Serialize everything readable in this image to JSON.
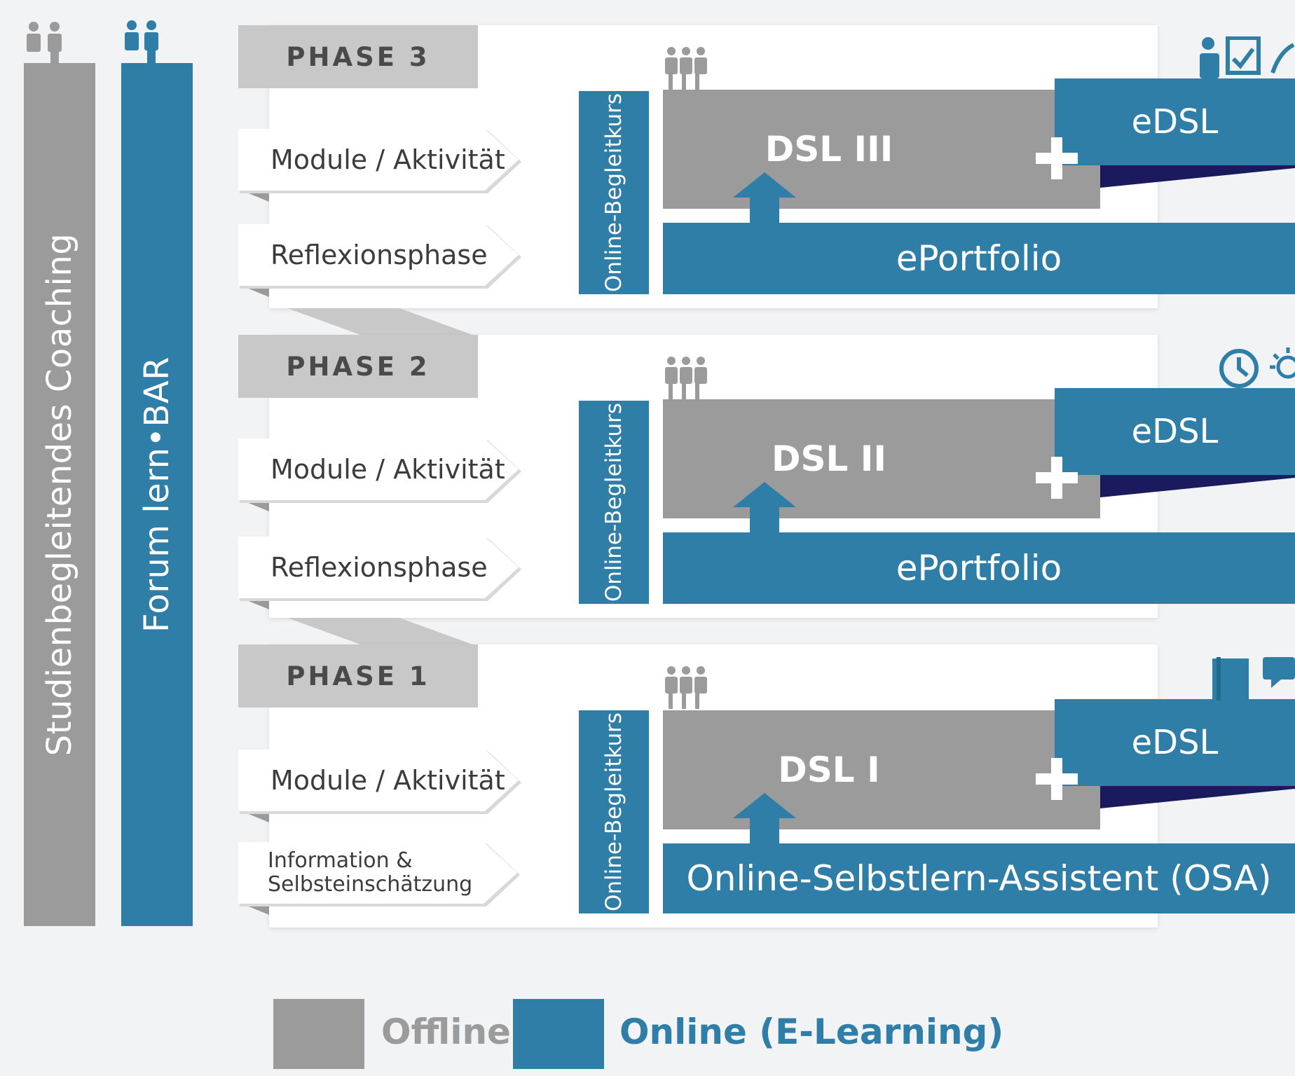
{
  "pillars": {
    "coaching": "Studienbegleitendes Coaching",
    "forum": "Forum lern•BAR"
  },
  "phases": [
    {
      "title": "PHASE 3",
      "tag1": "Module / Aktivität",
      "tag2": "Reflexionsphase",
      "course": "Online-Begleitkurs",
      "dsl": "DSL III",
      "edsl": "eDSL",
      "bar": "ePortfolio"
    },
    {
      "title": "PHASE 2",
      "tag1": "Module / Aktivität",
      "tag2": "Reflexionsphase",
      "course": "Online-Begleitkurs",
      "dsl": "DSL II",
      "edsl": "eDSL",
      "bar": "ePortfolio"
    },
    {
      "title": "PHASE 1",
      "tag1": "Module / Aktivität",
      "tag2a": "Information &",
      "tag2b": "Selbsteinschätzung",
      "course": "Online-Begleitkurs",
      "dsl": "DSL I",
      "edsl": "eDSL",
      "bar": "Online-Selbstlern-Assistent (OSA)"
    }
  ],
  "legend": {
    "offline": "Offline",
    "online": "Online (E-Learning)"
  },
  "colors": {
    "offline": "#9b9b9b",
    "online": "#2e7ea8",
    "phase_tab": "#c8c8c8",
    "accent_dark": "#1b1a5e"
  },
  "icons": [
    "people-icon",
    "group-icon",
    "presenter-icon",
    "clock-icon",
    "lightbulb-icon",
    "book-icon",
    "chat-icon",
    "plus-icon",
    "up-arrow-icon"
  ]
}
